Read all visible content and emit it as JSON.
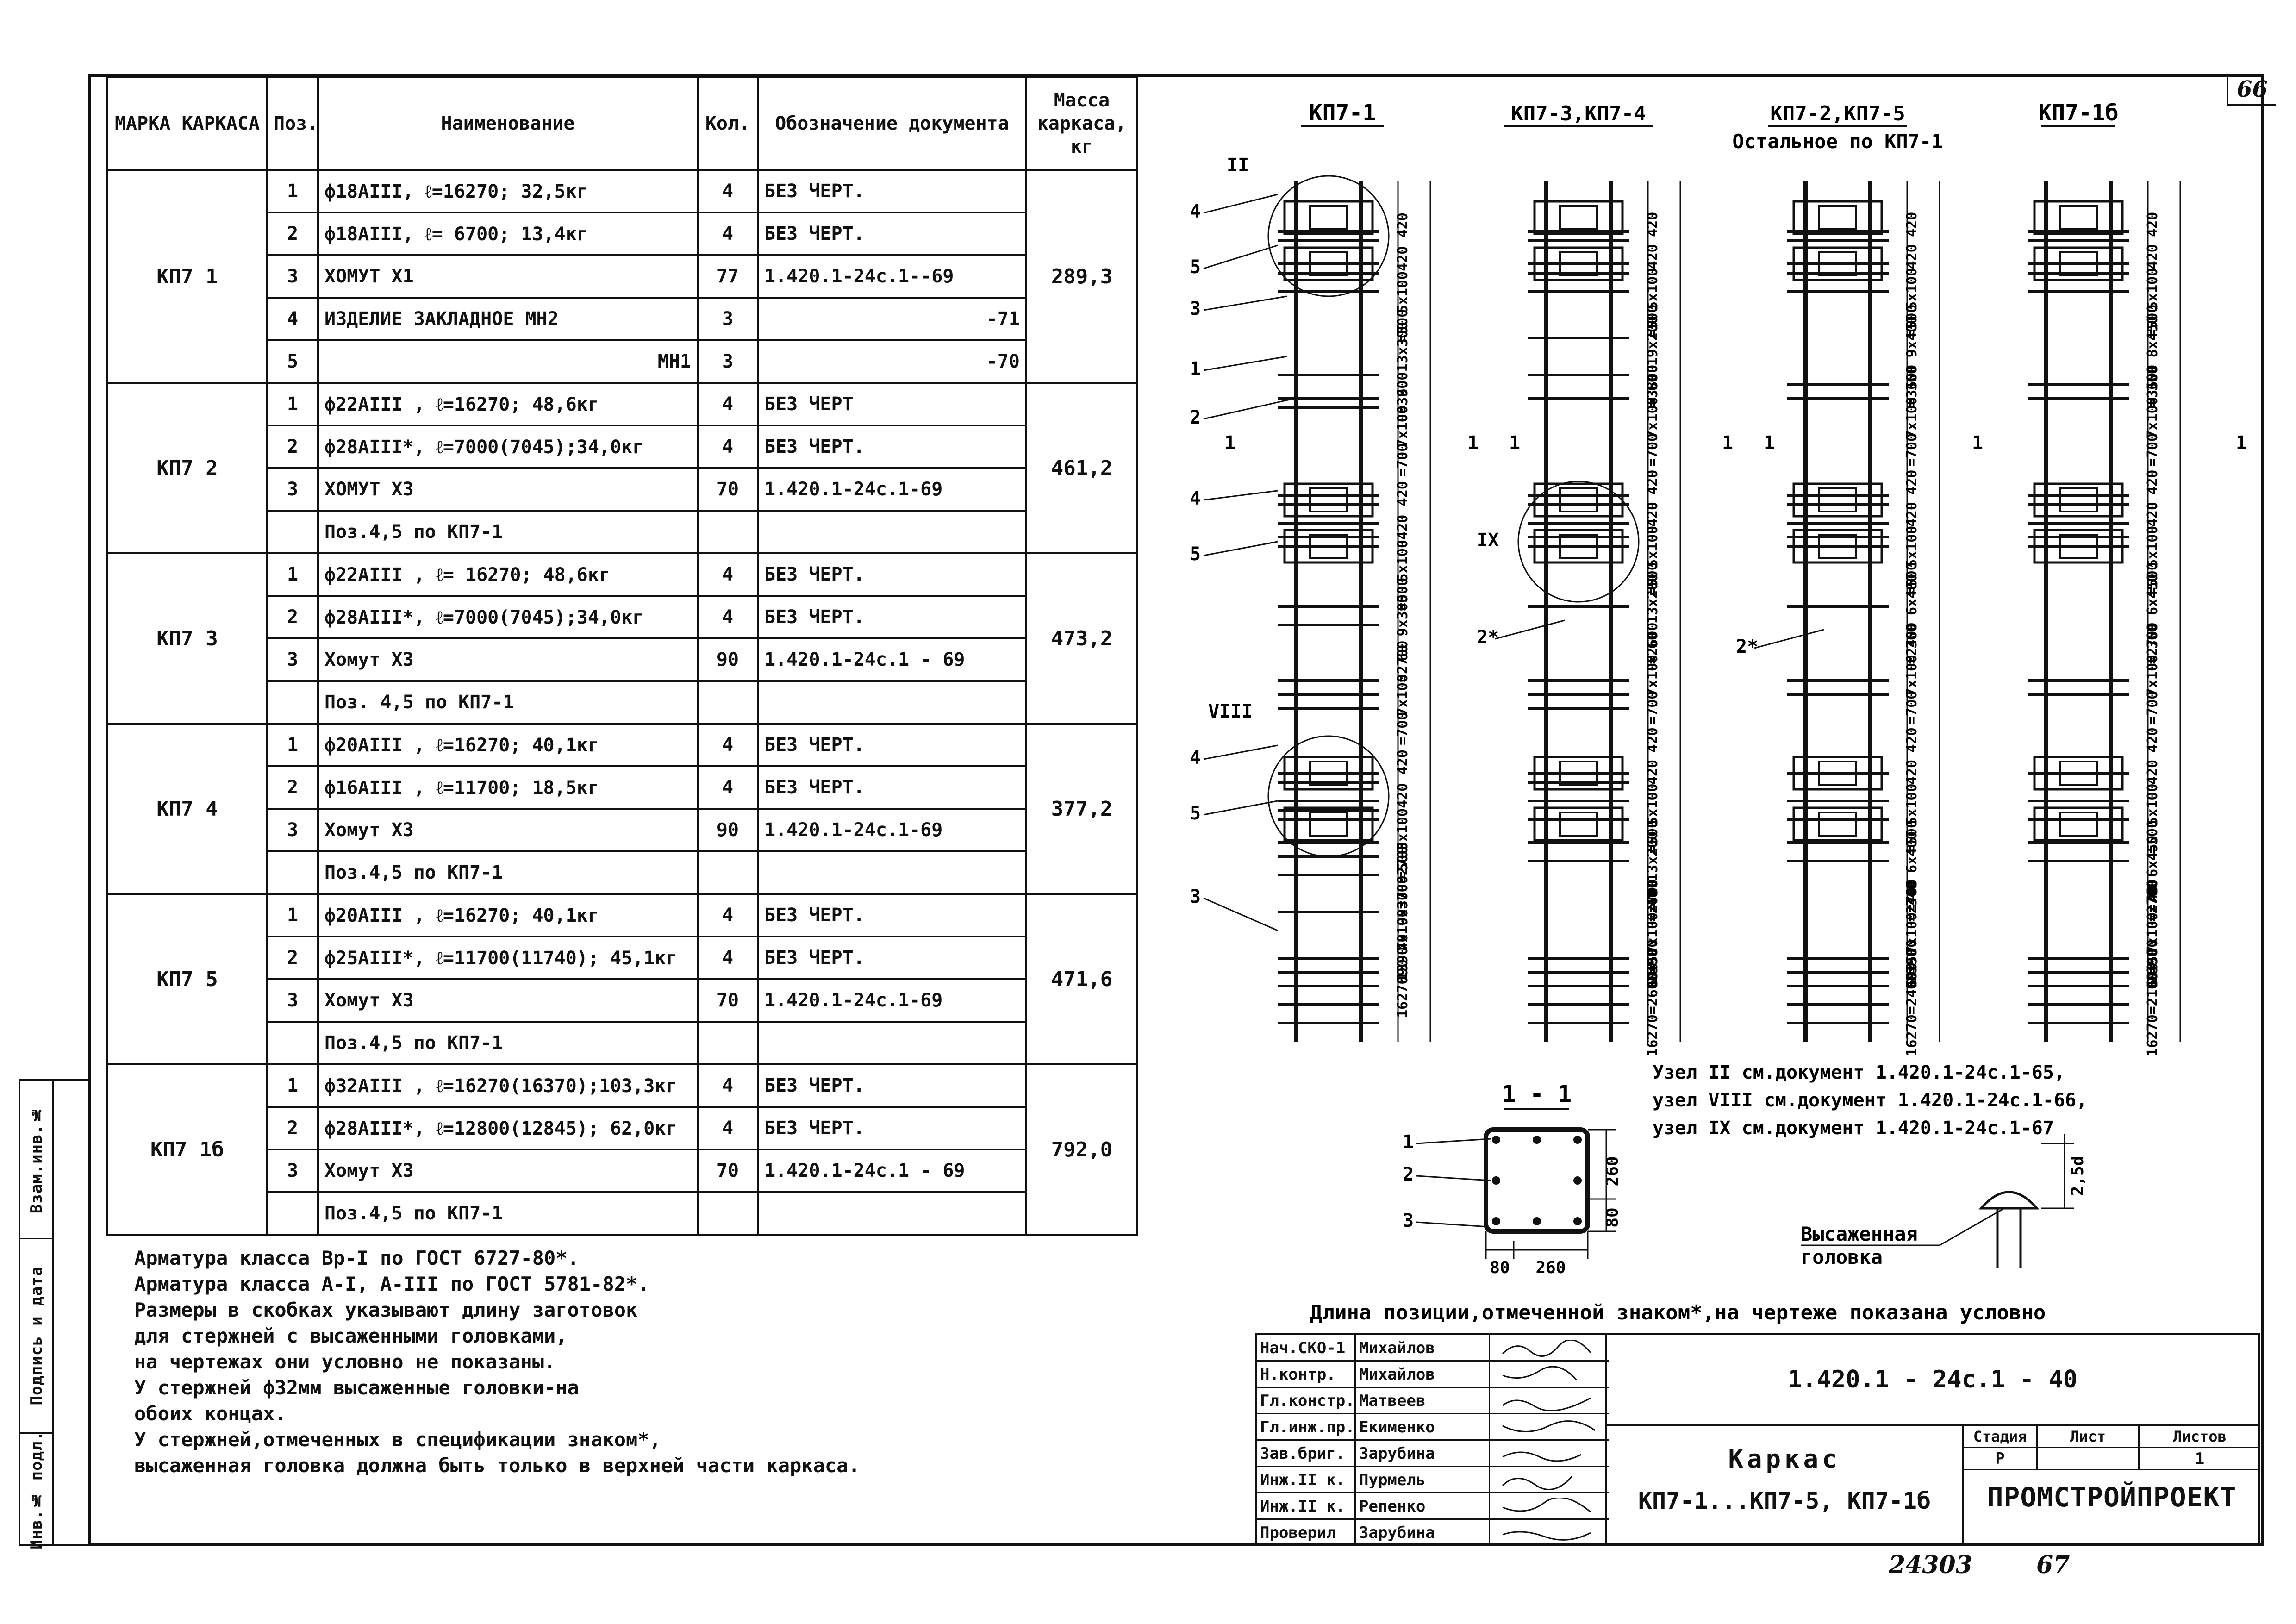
{
  "sheet": {
    "corner_number": "66",
    "bottom_numbers": [
      "24303",
      "67"
    ]
  },
  "side_strip": [
    "Инв.№ подл.",
    "Подпись и дата",
    "Взам.инв.№"
  ],
  "spec_table": {
    "headers": [
      "МАРКА КАРКАСА",
      "Поз.",
      "Наименование",
      "Кол.",
      "Обозначение документа",
      "Масса каркаса, кг"
    ],
    "groups": [
      {
        "mark": "КП7 1",
        "mass": "289,3",
        "rows": [
          {
            "pos": "1",
            "name": "ф18АIII, ℓ=16270; 32,5кг",
            "qty": "4",
            "doc": "БЕЗ ЧЕРТ."
          },
          {
            "pos": "2",
            "name": "ф18АIII, ℓ= 6700; 13,4кг",
            "qty": "4",
            "doc": "БЕЗ ЧЕРТ."
          },
          {
            "pos": "3",
            "name": "ХОМУТ Х1",
            "qty": "77",
            "doc": "1.420.1-24с.1--69"
          },
          {
            "pos": "4",
            "name": "ИЗДЕЛИЕ ЗАКЛАДНОЕ МН2",
            "qty": "3",
            "doc": "-71"
          },
          {
            "pos": "5",
            "name": "МН1",
            "qty": "3",
            "doc": "-70"
          }
        ]
      },
      {
        "mark": "КП7 2",
        "mass": "461,2",
        "rows": [
          {
            "pos": "1",
            "name": "ф22АIII , ℓ=16270; 48,6кг",
            "qty": "4",
            "doc": "БЕЗ ЧЕРТ"
          },
          {
            "pos": "2",
            "name": "ф28АIII*, ℓ=7000(7045);34,0кг",
            "qty": "4",
            "doc": "БЕЗ ЧЕРТ."
          },
          {
            "pos": "3",
            "name": "ХОМУТ Х3",
            "qty": "70",
            "doc": "1.420.1-24с.1-69"
          },
          {
            "pos": "",
            "name": "Поз.4,5 по КП7-1",
            "qty": "",
            "doc": ""
          }
        ]
      },
      {
        "mark": "КП7 3",
        "mass": "473,2",
        "rows": [
          {
            "pos": "1",
            "name": "ф22АIII , ℓ= 16270; 48,6кг",
            "qty": "4",
            "doc": "БЕЗ ЧЕРТ."
          },
          {
            "pos": "2",
            "name": "ф28АIII*, ℓ=7000(7045);34,0кг",
            "qty": "4",
            "doc": "БЕЗ ЧЕРТ."
          },
          {
            "pos": "3",
            "name": "Хомут Х3",
            "qty": "90",
            "doc": "1.420.1-24с.1 - 69"
          },
          {
            "pos": "",
            "name": "Поз. 4,5 по КП7-1",
            "qty": "",
            "doc": ""
          }
        ]
      },
      {
        "mark": "КП7 4",
        "mass": "377,2",
        "rows": [
          {
            "pos": "1",
            "name": "ф20АIII , ℓ=16270; 40,1кг",
            "qty": "4",
            "doc": "БЕЗ ЧЕРТ."
          },
          {
            "pos": "2",
            "name": "ф16АIII , ℓ=11700; 18,5кг",
            "qty": "4",
            "doc": "БЕЗ ЧЕРТ."
          },
          {
            "pos": "3",
            "name": "Хомут Х3",
            "qty": "90",
            "doc": "1.420.1-24с.1-69"
          },
          {
            "pos": "",
            "name": "Поз.4,5 по КП7-1",
            "qty": "",
            "doc": ""
          }
        ]
      },
      {
        "mark": "КП7 5",
        "mass": "471,6",
        "rows": [
          {
            "pos": "1",
            "name": "ф20АIII , ℓ=16270; 40,1кг",
            "qty": "4",
            "doc": "БЕЗ ЧЕРТ."
          },
          {
            "pos": "2",
            "name": "ф25АIII*, ℓ=11700(11740); 45,1кг",
            "qty": "4",
            "doc": "БЕЗ ЧЕРТ."
          },
          {
            "pos": "3",
            "name": "Хомут Х3",
            "qty": "70",
            "doc": "1.420.1-24с.1-69"
          },
          {
            "pos": "",
            "name": "Поз.4,5 по КП7-1",
            "qty": "",
            "doc": ""
          }
        ]
      },
      {
        "mark": "КП7 1б",
        "mass": "792,0",
        "rows": [
          {
            "pos": "1",
            "name": "ф32АIII , ℓ=16270(16370);103,3кг",
            "qty": "4",
            "doc": "БЕЗ ЧЕРТ."
          },
          {
            "pos": "2",
            "name": "ф28АIII*, ℓ=12800(12845); 62,0кг",
            "qty": "4",
            "doc": "БЕЗ ЧЕРТ."
          },
          {
            "pos": "3",
            "name": "Хомут Х3",
            "qty": "70",
            "doc": "1.420.1-24с.1 - 69"
          },
          {
            "pos": "",
            "name": "Поз.4,5 по КП7-1",
            "qty": "",
            "doc": ""
          }
        ]
      }
    ]
  },
  "notes": [
    "Арматура класса Вр-I по ГОСТ 6727-80*.",
    "Арматура класса А-I, А-III по ГОСТ 5781-82*.",
    "Размеры в скобках указывают длину заготовок",
    "для стержней с высаженными головками,",
    "на чертежах они условно не показаны.",
    "У стержней ф32мм высаженные головки-на",
    "обоих концах.",
    "У стержней,отмеченных в спецификации знаком*,",
    "высаженная головка должна быть только в верхней части каркаса."
  ],
  "drawing": {
    "frame_titles": [
      "КП7-1",
      "КП7-3,КП7-4",
      "КП7-2,КП7-5",
      "КП7-1б"
    ],
    "subtitle": "Остальное по КП7-1",
    "callouts": [
      "4",
      "5",
      "3",
      "1",
      "2",
      "4",
      "5",
      "4",
      "5",
      "3",
      "2*",
      "2*"
    ],
    "node_labels": [
      "II",
      "IX",
      "VIII"
    ],
    "section_marks": [
      "1",
      "1",
      "1",
      "1",
      "1",
      "1",
      "1"
    ],
    "frame_dims": [
      [
        "420",
        "420",
        "5x100",
        "=500",
        "60 13x300",
        "=3900",
        "7x100",
        "=700",
        "420",
        "420",
        "5x100",
        "=500",
        "60 9x300",
        "=2700",
        "7x100",
        "=700",
        "420",
        "420",
        "5x100",
        "=500",
        "40 9x300=2700",
        "690 7x100=700",
        "1390",
        "16270"
      ],
      [
        "420",
        "420",
        "5x100",
        "=500",
        "60 19x200",
        "=3800",
        "7x100",
        "=700",
        "420",
        "420",
        "5x100",
        "=500",
        "60 13x200",
        "=2600",
        "7x100",
        "=700",
        "420",
        "420",
        "5x100",
        "=500",
        "40 13x200",
        "=2600",
        "690 7x100=700",
        "1390",
        "16270=2600=500"
      ],
      [
        "420",
        "420",
        "5x100",
        "=500",
        "360 9x400",
        "=3600",
        "7x100",
        "=700",
        "420",
        "420",
        "5x100",
        "=500",
        "360 6x400",
        "=2400",
        "7x100",
        "=700",
        "420",
        "420",
        "5x100",
        "=500",
        "340 6x400",
        "=2400",
        "690 7x100=700",
        "1390",
        "16270=2400=500"
      ],
      [
        "420",
        "420",
        "5x100",
        "=500",
        "360 8x450",
        "=3600",
        "7x100",
        "=700",
        "420",
        "420",
        "5x100",
        "=500",
        "360 6x450",
        "=2700",
        "7x100",
        "=700",
        "420",
        "420",
        "5x100",
        "=500",
        "40 6x450",
        "=2700",
        "690 7x100=700",
        "1390",
        "16270=2100=500"
      ]
    ],
    "section_title": "1 - 1",
    "section_callouts": [
      "1",
      "2",
      "3"
    ],
    "section_dims": [
      "260",
      "80",
      "80",
      "260"
    ],
    "node_refs": [
      "Узел II см.документ 1.420.1-24с.1-65,",
      "узел VIII см.документ 1.420.1-24с.1-66,",
      "узел IX см.документ 1.420.1-24с.1-67"
    ],
    "head_label": [
      "Высаженная",
      "головка"
    ],
    "head_dim": "2,5d",
    "footnote": "Длина позиции,отмеченной знаком*,на чертеже показана условно"
  },
  "title_block": {
    "signatures": [
      {
        "role": "Нач.СКО-1",
        "name": "Михайлов"
      },
      {
        "role": "Н.контр.",
        "name": "Михайлов"
      },
      {
        "role": "Гл.констр.",
        "name": "Матвеев"
      },
      {
        "role": "Гл.инж.пр.",
        "name": "Екименко"
      },
      {
        "role": "Зав.бриг.",
        "name": "Зарубина"
      },
      {
        "role": "Инж.II к.",
        "name": "Пурмель"
      },
      {
        "role": "Инж.II к.",
        "name": "Репенко"
      },
      {
        "role": "Проверил",
        "name": "Зарубина"
      }
    ],
    "doc_code": "1.420.1 - 24с.1 - 40",
    "title_line1": "Каркас",
    "title_line2": "КП7-1...КП7-5, КП7-1б",
    "stage_headers": [
      "Стадия",
      "Лист",
      "Листов"
    ],
    "stage_values": [
      "Р",
      "",
      "1"
    ],
    "organization": "ПРОМСТРОЙПРОЕКТ"
  }
}
